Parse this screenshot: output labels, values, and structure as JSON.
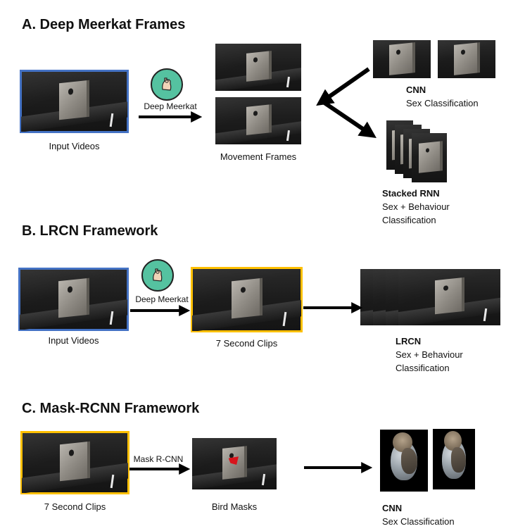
{
  "sections": {
    "a": {
      "title": "A. Deep Meerkat Frames",
      "input_caption": "Input Videos",
      "arrow_label": "Deep Meerkat",
      "frames_caption": "Movement Frames",
      "cnn": {
        "name": "CNN",
        "task": "Sex Classification"
      },
      "rnn": {
        "name": "Stacked RNN",
        "task_line1": "Sex + Behaviour",
        "task_line2": "Classification"
      }
    },
    "b": {
      "title": "B. LRCN Framework",
      "input_caption": "Input Videos",
      "arrow_label": "Deep Meerkat",
      "clips_caption": "7 Second Clips",
      "lrcn": {
        "name": "LRCN",
        "task_line1": "Sex + Behaviour",
        "task_line2": "Classification"
      }
    },
    "c": {
      "title": "C. Mask-RCNN Framework",
      "clips_caption": "7 Second Clips",
      "arrow_label": "Mask R-CNN",
      "masks_caption": "Bird Masks",
      "cnn": {
        "name": "CNN",
        "task": "Sex Classification"
      }
    }
  },
  "colors": {
    "input_border": "#4472c4",
    "clip_border": "#ffc000",
    "logo_fill": "#55c2a0",
    "mask_red": "#d8141c"
  },
  "icons": {
    "logo": "meerkat-logo-icon",
    "arrow": "arrow-right-icon"
  }
}
